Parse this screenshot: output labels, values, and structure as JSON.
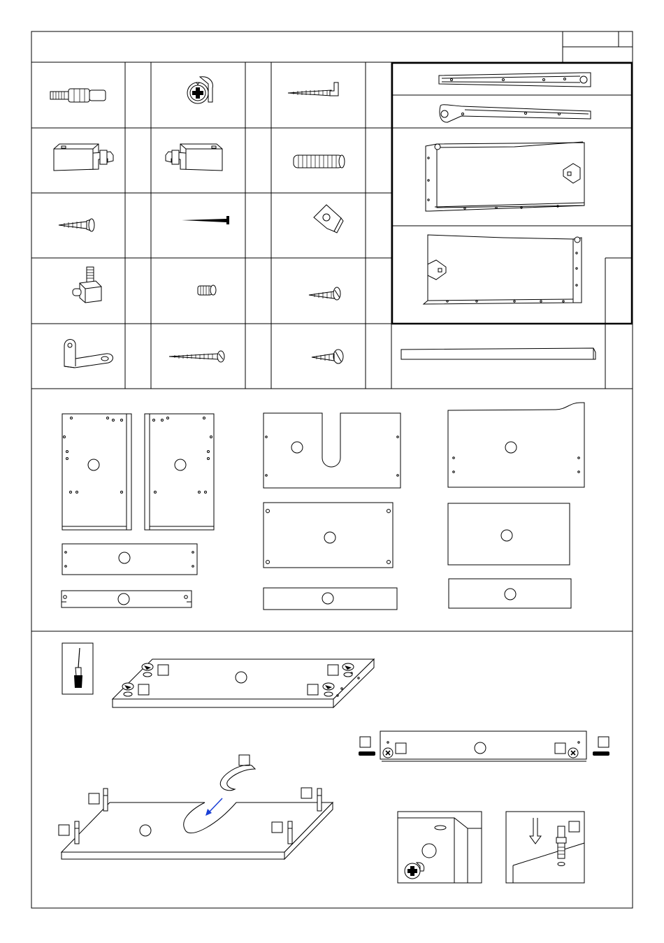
{
  "sheet": {
    "header": {
      "title": "",
      "page_code": "",
      "page_number": ""
    },
    "hardware_parts": [
      {
        "slot": 1,
        "icon": "cam-bolt-icon",
        "label": "",
        "qty": ""
      },
      {
        "slot": 2,
        "icon": "cam-lock-icon",
        "label": "",
        "qty": ""
      },
      {
        "slot": 3,
        "icon": "l-hook-screw-icon",
        "label": "",
        "qty": ""
      },
      {
        "slot": 4,
        "icon": "drawer-connector-left-icon",
        "label": "",
        "qty": ""
      },
      {
        "slot": 5,
        "icon": "drawer-connector-right-icon",
        "label": "",
        "qty": ""
      },
      {
        "slot": 6,
        "icon": "wooden-dowel-icon",
        "label": "",
        "qty": ""
      },
      {
        "slot": 7,
        "icon": "wood-screw-icon",
        "label": "",
        "qty": ""
      },
      {
        "slot": 8,
        "icon": "nail-icon",
        "label": "",
        "qty": ""
      },
      {
        "slot": 9,
        "icon": "corner-block-icon",
        "label": "",
        "qty": ""
      },
      {
        "slot": 10,
        "icon": "shelf-support-icon",
        "label": "",
        "qty": ""
      },
      {
        "slot": 11,
        "icon": "short-screw-icon",
        "label": "",
        "qty": ""
      },
      {
        "slot": 12,
        "icon": "pan-head-screw-icon",
        "label": "",
        "qty": ""
      },
      {
        "slot": 13,
        "icon": "l-bracket-icon",
        "label": "",
        "qty": ""
      },
      {
        "slot": 14,
        "icon": "long-screw-icon",
        "label": "",
        "qty": ""
      },
      {
        "slot": 15,
        "icon": "chipboard-screw-icon",
        "label": "",
        "qty": ""
      }
    ],
    "drawer_parts": [
      {
        "icon": "drawer-runner-cabinet-icon",
        "label": ""
      },
      {
        "icon": "drawer-runner-drawer-icon",
        "label": ""
      },
      {
        "icon": "drawer-side-left-icon",
        "label": ""
      },
      {
        "icon": "drawer-side-right-icon",
        "label": ""
      }
    ],
    "extra_part": {
      "icon": "rail-bar-icon",
      "label": ""
    },
    "panels": [
      {
        "id": "side-panel-left",
        "label": ""
      },
      {
        "id": "side-panel-right",
        "label": ""
      },
      {
        "id": "top-panel-u-cutout",
        "label": ""
      },
      {
        "id": "back-panel-curved",
        "label": ""
      },
      {
        "id": "bottom-panel",
        "label": ""
      },
      {
        "id": "drawer-front-panel",
        "label": ""
      },
      {
        "id": "rail-long",
        "label": ""
      },
      {
        "id": "rail-short",
        "label": ""
      },
      {
        "id": "drawer-back-panel",
        "label": ""
      },
      {
        "id": "drawer-bottom-panel",
        "label": ""
      }
    ],
    "steps": [
      {
        "id": "step-1",
        "tool": "screwdriver-icon",
        "callouts": [
          "",
          "",
          "",
          ""
        ]
      },
      {
        "id": "step-2",
        "callouts": [
          "",
          "",
          "",
          ""
        ]
      },
      {
        "id": "step-3",
        "callouts": [
          "",
          "",
          "",
          "",
          ""
        ]
      },
      {
        "id": "step-4-detail-a",
        "callouts": [
          ""
        ]
      },
      {
        "id": "step-4-detail-b",
        "callouts": [
          ""
        ]
      }
    ]
  }
}
